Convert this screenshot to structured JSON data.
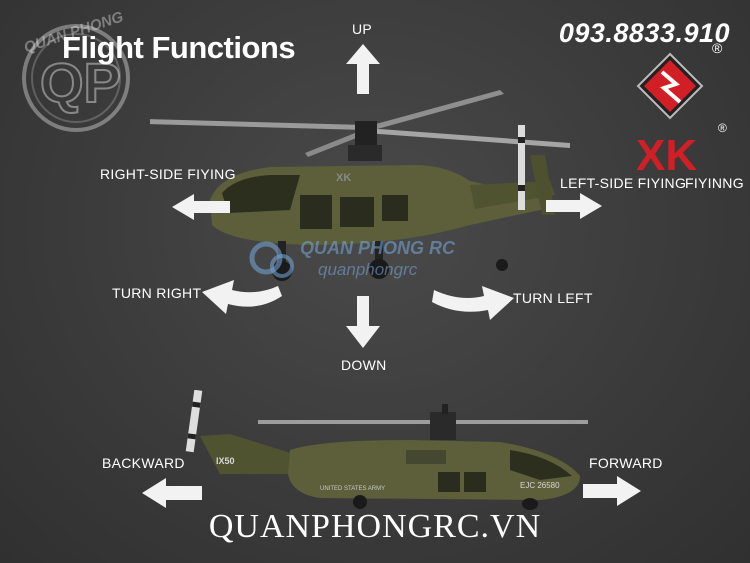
{
  "title": "Flight Functions",
  "phone": "093.8833.910",
  "footer": "QUANPHONGRC.VN",
  "labels": {
    "up": "UP",
    "down": "DOWN",
    "right_side": "RIGHT-SIDE FIYING",
    "left_side": "LEFT-SIDE FIYING",
    "turn_right": "TURN RIGHT",
    "turn_left": "TURN LEFT",
    "backward": "BACKWARD",
    "forward": "FORWARD",
    "partial": "FIYINNG"
  },
  "watermark": {
    "line1": "QUAN PHONG RC",
    "line2": "quanphongrc",
    "logo_text": "QUAN PHONG"
  },
  "brand": {
    "registered": "®"
  },
  "heli": {
    "tail_top": "IX50",
    "nose_code": "XK",
    "side_text": "UNITED STATES ARMY",
    "serial": "EJC 26580"
  },
  "colors": {
    "background": "#3c3c3c",
    "heli_body": "#5c5f3a",
    "heli_dark": "#3e4128",
    "arrow": "#f2f2f2",
    "brand_red": "#d21f26"
  }
}
